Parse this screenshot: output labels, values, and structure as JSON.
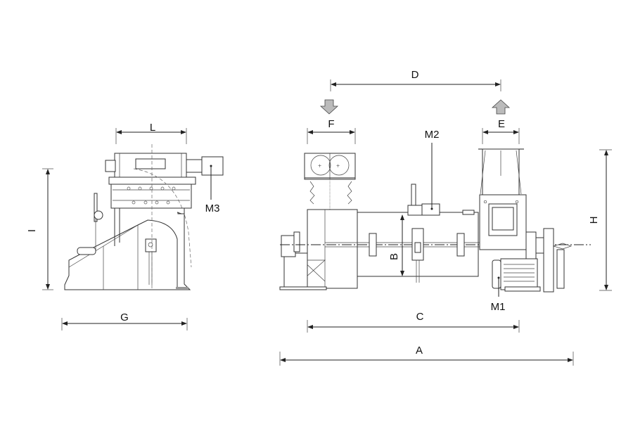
{
  "title": "Twin-shaft mixer dimensional drawing",
  "dimensions": {
    "A": "A",
    "B": "B",
    "C": "C",
    "D": "D",
    "E": "E",
    "F": "F",
    "G": "G",
    "H": "H",
    "I": "I",
    "L": "L"
  },
  "motors": {
    "M1": "M1",
    "M2": "M2",
    "M3": "M3"
  },
  "icons": {
    "inlet": "arrow-down-icon",
    "outlet": "arrow-up-icon"
  },
  "colors": {
    "line": "#222222",
    "arrow_fill": "#bbbbbb"
  }
}
